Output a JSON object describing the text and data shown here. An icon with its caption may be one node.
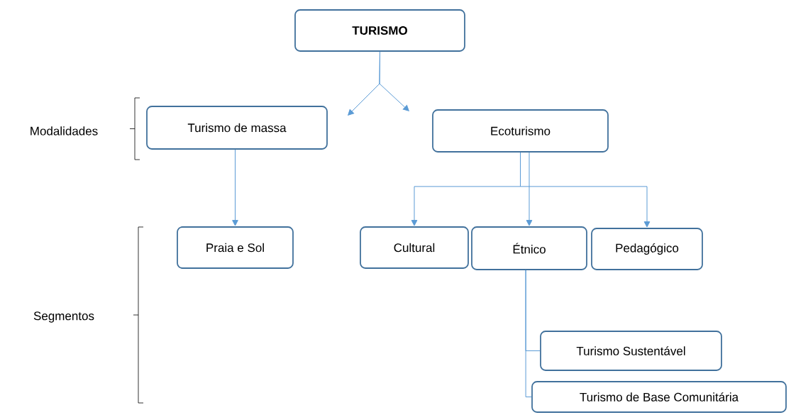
{
  "diagram": {
    "nodes": [
      {
        "text": [
          "TURISMO"
        ]
      },
      {
        "text": [
          "Turismo de massa"
        ]
      },
      {
        "text": [
          "Ecoturismo"
        ]
      },
      {
        "text": [
          "Praia e Sol"
        ]
      },
      {
        "text": [
          "Cultural"
        ]
      },
      {
        "text": [
          "Étnico"
        ]
      },
      {
        "text": [
          "Pedagógico"
        ]
      },
      {
        "text": [
          "Turismo Sustentável"
        ]
      },
      {
        "text": [
          "Turismo de Base Comunitária"
        ]
      }
    ],
    "edges": [
      {
        "from": 0,
        "to": 1,
        "arrow": "to"
      },
      {
        "from": 0,
        "to": 2,
        "arrow": "to"
      },
      {
        "from": 1,
        "to": 3,
        "arrow": "to"
      },
      {
        "from": 2,
        "to": 4,
        "arrow": "to"
      },
      {
        "from": 2,
        "to": 5,
        "arrow": "to"
      },
      {
        "from": 2,
        "to": 6,
        "arrow": "to"
      },
      {
        "from": 5,
        "to": 7,
        "arrow": "none"
      },
      {
        "from": 5,
        "to": 8,
        "arrow": "none"
      }
    ],
    "labels": [
      "Modalidades",
      "Segmentos"
    ]
  }
}
